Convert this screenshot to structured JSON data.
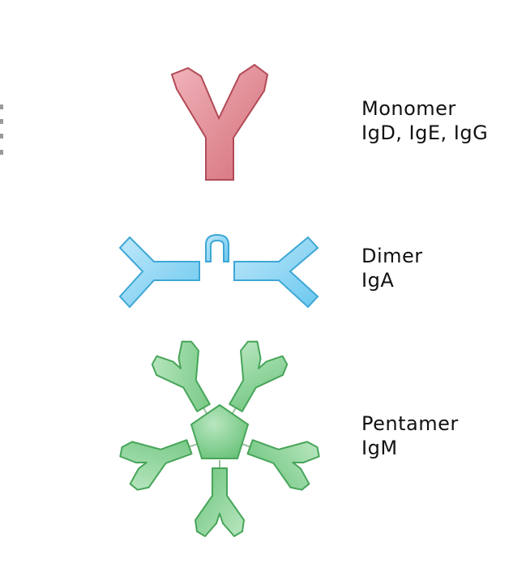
{
  "structures": [
    {
      "id": "monomer",
      "name": "Monomer",
      "classes": "IgD, IgE, IgG",
      "fill": "#d46f7a",
      "stroke": "#b24a57",
      "highlight": "#f1b3ba"
    },
    {
      "id": "dimer",
      "name": "Dimer",
      "classes": "IgA",
      "fill": "#6cc8ef",
      "stroke": "#3ea7d6",
      "highlight": "#bfe8fa"
    },
    {
      "id": "pentamer",
      "name": "Pentamer",
      "classes": "IgM",
      "fill": "#6cc47c",
      "stroke": "#47a559",
      "highlight": "#b9e6c0"
    }
  ]
}
